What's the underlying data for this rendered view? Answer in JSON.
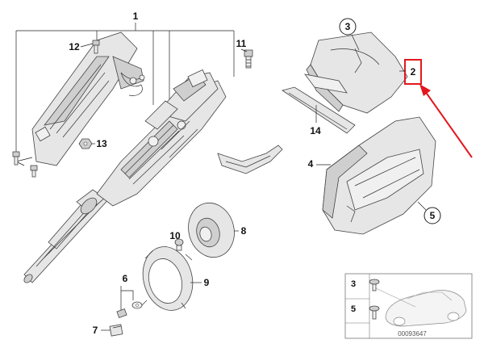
{
  "diagram": {
    "callouts": {
      "c1": "1",
      "c2": "2",
      "c3": "3",
      "c4": "4",
      "c5": "5",
      "c6": "6",
      "c7": "7",
      "c8": "8",
      "c9": "9",
      "c10": "10",
      "c11": "11",
      "c12": "12",
      "c13": "13",
      "c14": "14"
    },
    "inset": {
      "row1_label": "3",
      "row2_label": "5",
      "ref_number": "00093647"
    },
    "colors": {
      "highlight": "#e3171d",
      "line": "#222222",
      "part_fill": "#e6e6e6"
    }
  }
}
